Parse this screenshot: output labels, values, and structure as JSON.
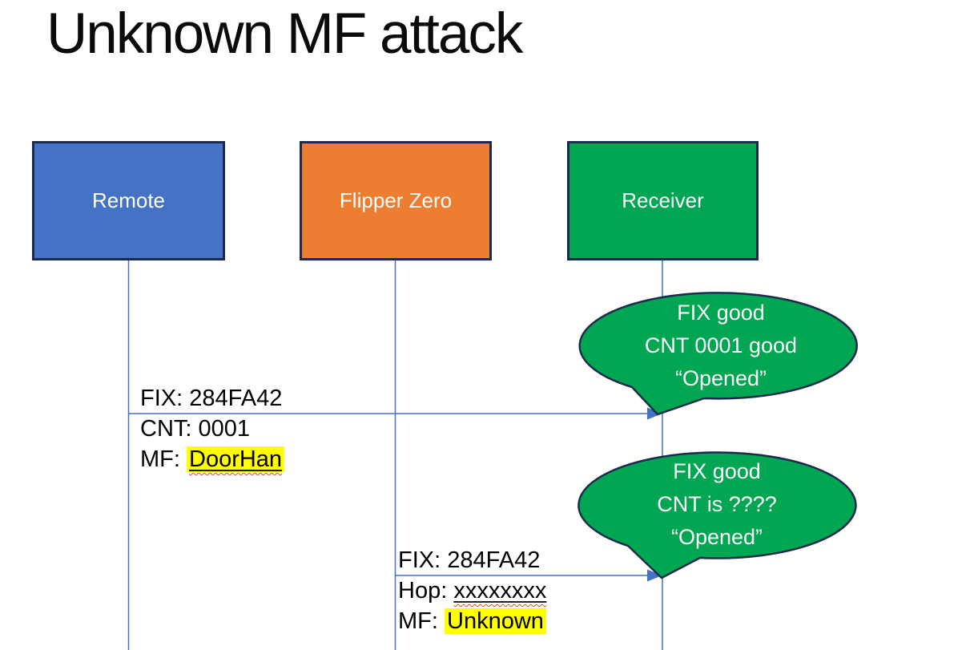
{
  "title": "Unknown MF attack",
  "actors": [
    {
      "id": "remote",
      "label": "Remote",
      "color": "#4472c4"
    },
    {
      "id": "flipper",
      "label": "Flipper Zero",
      "color": "#ed7d31"
    },
    {
      "id": "receiver",
      "label": "Receiver",
      "color": "#00a651"
    }
  ],
  "messages": [
    {
      "from": "Remote",
      "to": "Receiver",
      "line1": "FIX: 284FA42",
      "line2": "CNT: 0001",
      "line3_prefix": "MF: ",
      "line3_value": "DoorHan"
    },
    {
      "from": "Flipper Zero",
      "to": "Receiver",
      "line1": "FIX: 284FA42",
      "line2_prefix": "Hop: ",
      "line2_value": "xxxxxxxx",
      "line3_prefix": "MF: ",
      "line3_value": "Unknown"
    }
  ],
  "callouts": [
    {
      "line1": "FIX good",
      "line2": "CNT 0001 good",
      "line3": "“Opened”"
    },
    {
      "line1": "FIX good",
      "line2": "CNT is ????",
      "line3": "“Opened”"
    }
  ],
  "colors": {
    "actor_remote": "#4472c4",
    "actor_flipper": "#ed7d31",
    "actor_receiver": "#00a651",
    "shape_border": "#1c2b4d",
    "lifeline": "#4472c4",
    "callout_fill": "#00a651",
    "highlight": "#ffff00",
    "spellcheck_squiggle": "#e0452c",
    "text": "#000000"
  }
}
